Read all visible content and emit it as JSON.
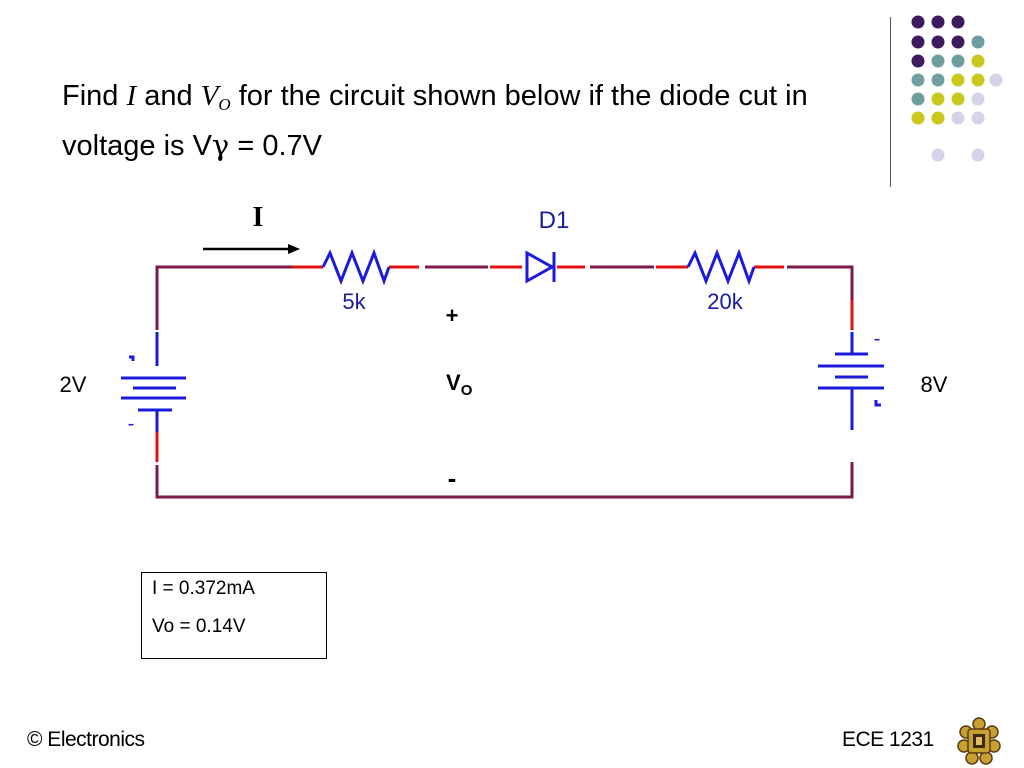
{
  "slide": {
    "title": {
      "part1": "Find ",
      "var_i": "I",
      "part2": " and ",
      "var_v": "V",
      "var_v_sub": "O",
      "part3": " for the circuit shown below if the diode cut in voltage is V",
      "gamma": "γ",
      "part4": " = 0.7V"
    },
    "footer_left": "© Electronics",
    "footer_right": "ECE 1231",
    "logo_icon": "university-crest-icon"
  },
  "circuit": {
    "current_label": "I",
    "diode_label": "D1",
    "r1_label": "5k",
    "r2_label": "20k",
    "left_source_label": "2V",
    "right_source_label": "8V",
    "vo_plus": "+",
    "vo_label": "V",
    "vo_sub": "O",
    "vo_minus": "-",
    "left_terminal_minus": "-",
    "right_terminal_minus": "-",
    "colors": {
      "wire": "#7a1a4a",
      "component": "#1a1ad8",
      "lead": "#e01010",
      "label": "#1a1aa0"
    }
  },
  "answer": {
    "line1": "I = 0.372mA",
    "line2": "Vo = 0.14V"
  },
  "decor": {
    "dot_colors": [
      "#3e1a5e",
      "#6e9e9e",
      "#c8c81e",
      "#d4d4e6"
    ]
  }
}
